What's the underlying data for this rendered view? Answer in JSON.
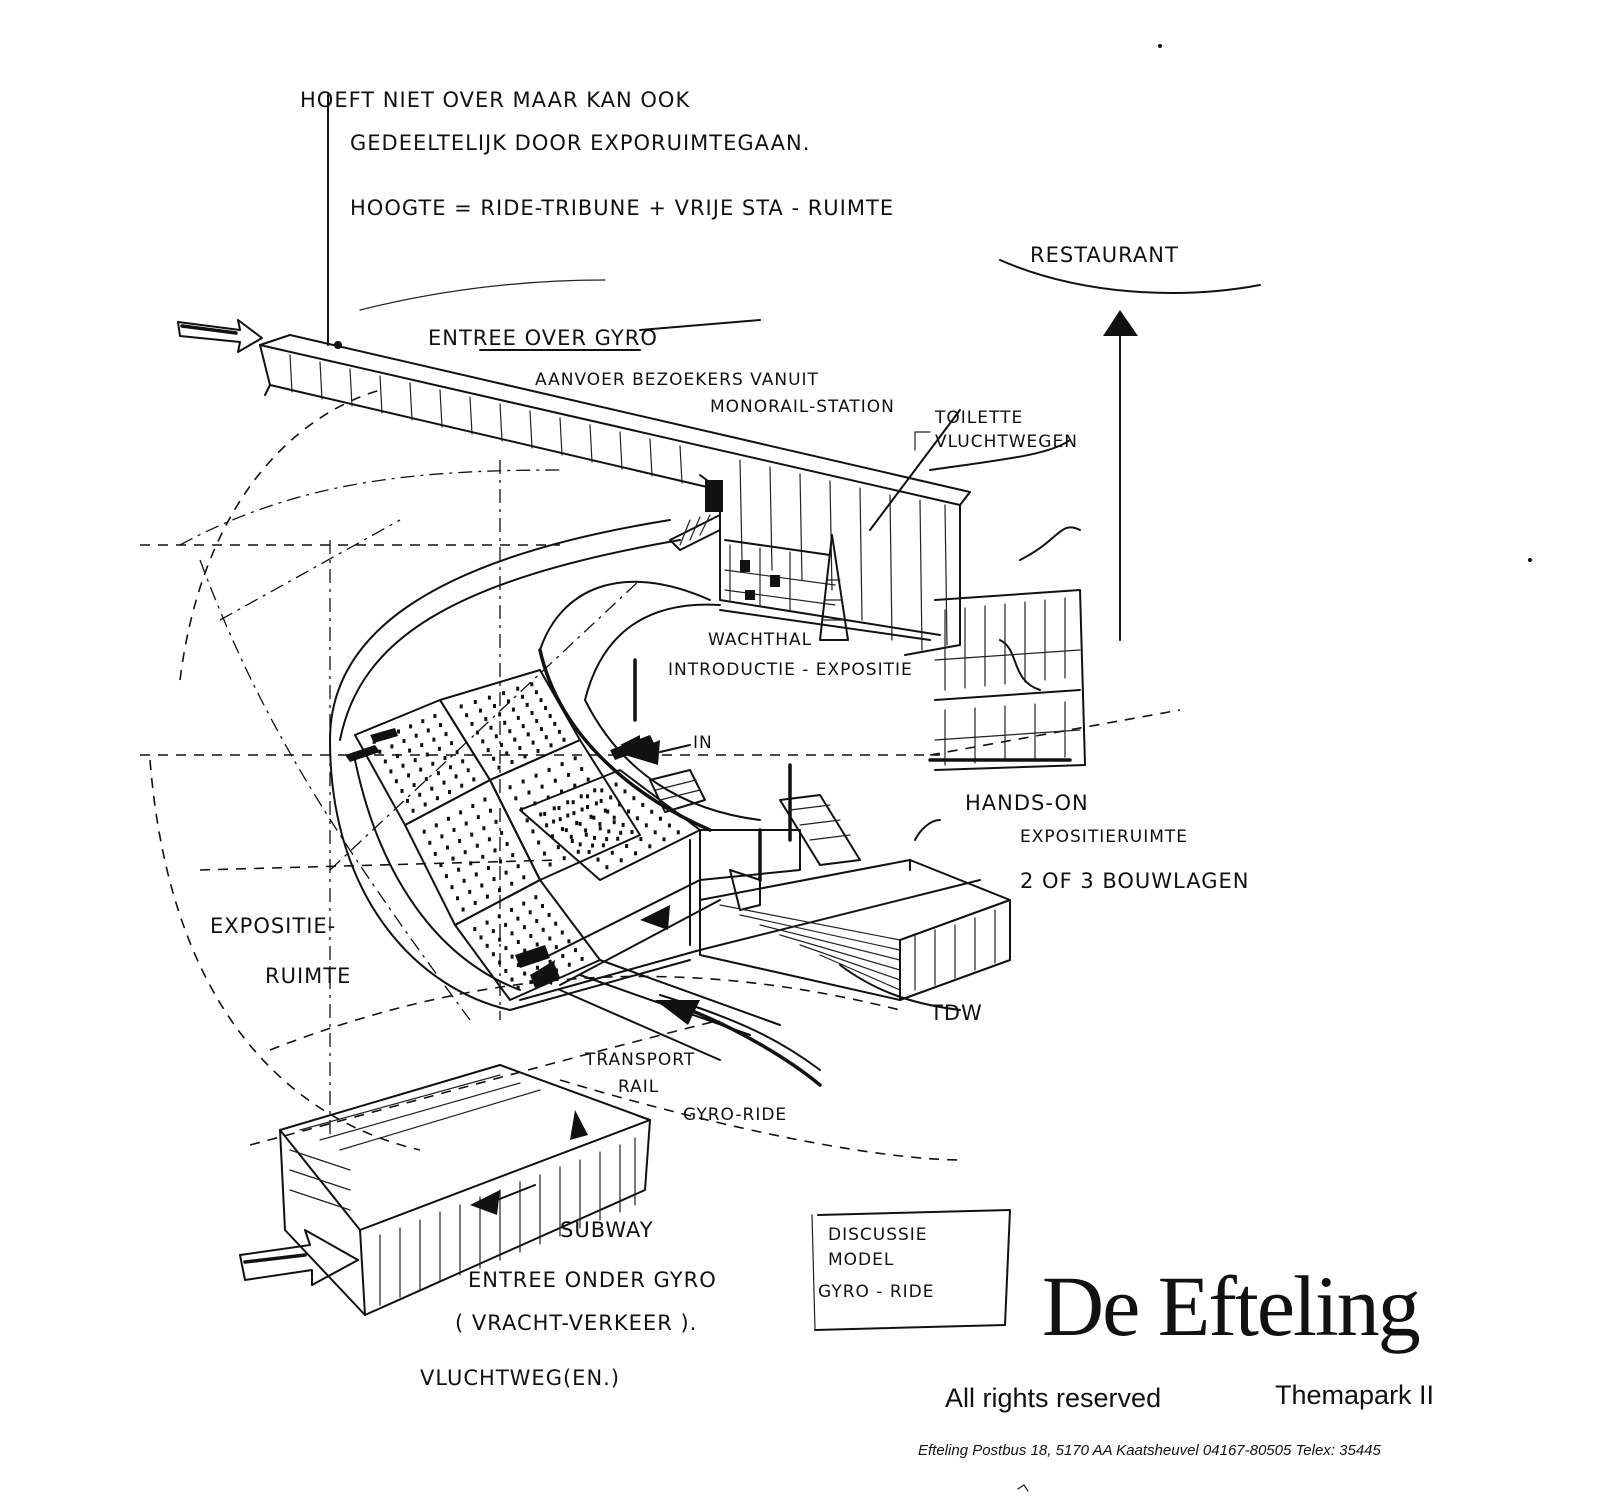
{
  "notes": {
    "top_line1": "HOEFT NIET OVER MAAR KAN OOK",
    "top_line2": "GEDEELTELIJK DOOR EXPORUIMTEGAAN.",
    "top_line3": "HOOGTE = RIDE-TRIBUNE + VRIJE STA - RUIMTE",
    "restaurant": "RESTAURANT",
    "entree_over": "ENTREE OVER GYRO",
    "aanvoer1": "AANVOER BEZOEKERS VANUIT",
    "aanvoer2": "MONORAIL-STATION",
    "toilette": "TOILETTE",
    "vluchtwegen": "VLUCHTWEGEN",
    "wachthal": "WACHTHAL",
    "introductie": "INTRODUCTIE - EXPOSITIE",
    "in": "IN",
    "hands_on": "HANDS-ON",
    "expositieruimte": "EXPOSITIERUIMTE",
    "bouwlagen": "2 OF 3 BOUWLAGEN",
    "expositie1": "EXPOSITIE-",
    "expositie2": "RUIMTE",
    "signature": "TDW",
    "transport1": "TRANSPORT",
    "transport2": "RAIL",
    "gyro_ride": "GYRO-RIDE",
    "subway": "SUBWAY",
    "entree_onder": "ENTREE ONDER GYRO",
    "vracht": "( VRACHT-VERKEER ).",
    "vluchtweg_en": "VLUCHTWEG(EN.)"
  },
  "box": {
    "line1": "DISCUSSIE",
    "line2": "MODEL",
    "line3": "GYRO - RIDE"
  },
  "footer": {
    "brand": "De Efteling",
    "rights": "All rights reserved",
    "themapark": "Themapark II",
    "address": "Efteling  Postbus 18, 5170 AA Kaatsheuvel   04167-80505   Telex: 35445"
  }
}
